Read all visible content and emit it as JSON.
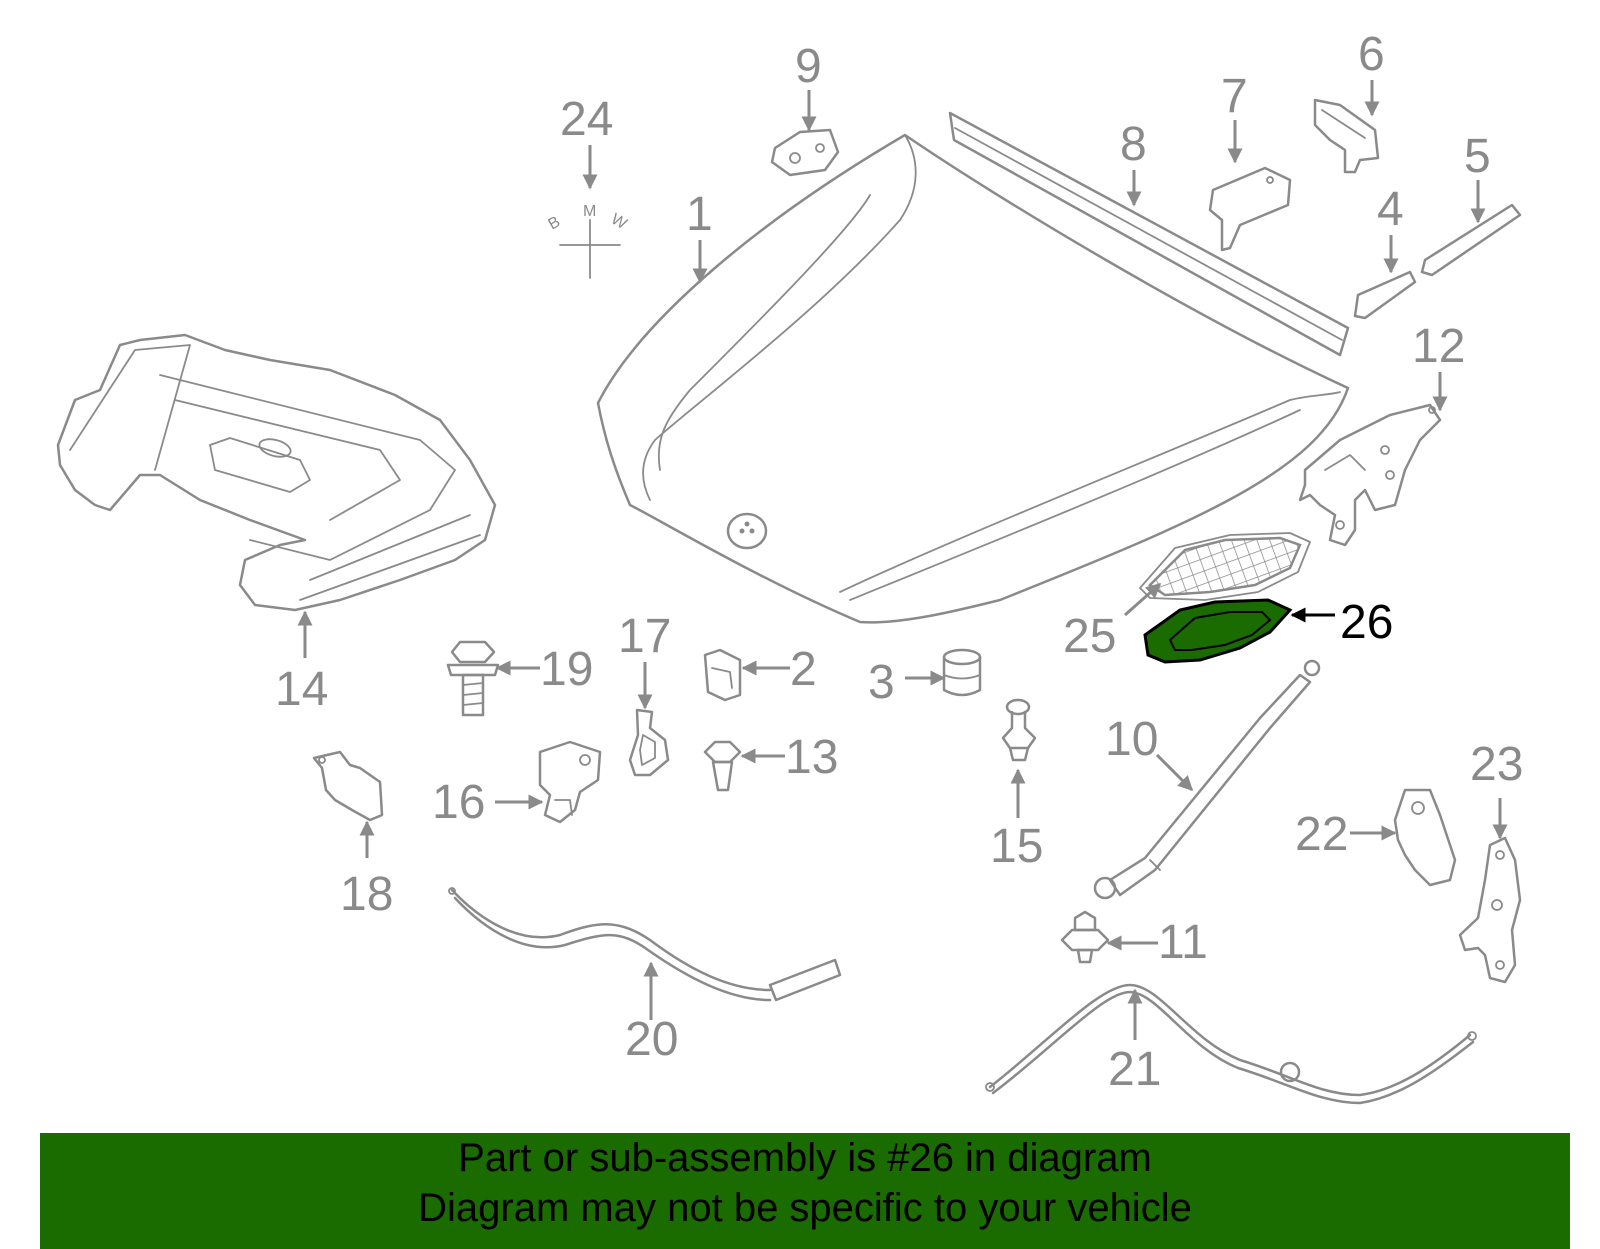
{
  "diagram": {
    "callouts": {
      "p1": "1",
      "p2": "2",
      "p3": "3",
      "p4": "4",
      "p5": "5",
      "p6": "6",
      "p7": "7",
      "p8": "8",
      "p9": "9",
      "p10": "10",
      "p11": "11",
      "p12": "12",
      "p13": "13",
      "p14": "14",
      "p15": "15",
      "p16": "16",
      "p17": "17",
      "p18": "18",
      "p19": "19",
      "p20": "20",
      "p21": "21",
      "p22": "22",
      "p23": "23",
      "p24": "24",
      "p25": "25",
      "p26": "26"
    },
    "highlighted_part": "26",
    "highlight_color": "#1a6b00",
    "line_color": "#8a8a8a",
    "logo": {
      "left": "B",
      "top": "M",
      "right": "W"
    }
  },
  "banner": {
    "line1": "Part or sub-assembly is #26 in diagram",
    "line2": "Diagram may not be specific to your vehicle",
    "color": "#1a6b00"
  }
}
